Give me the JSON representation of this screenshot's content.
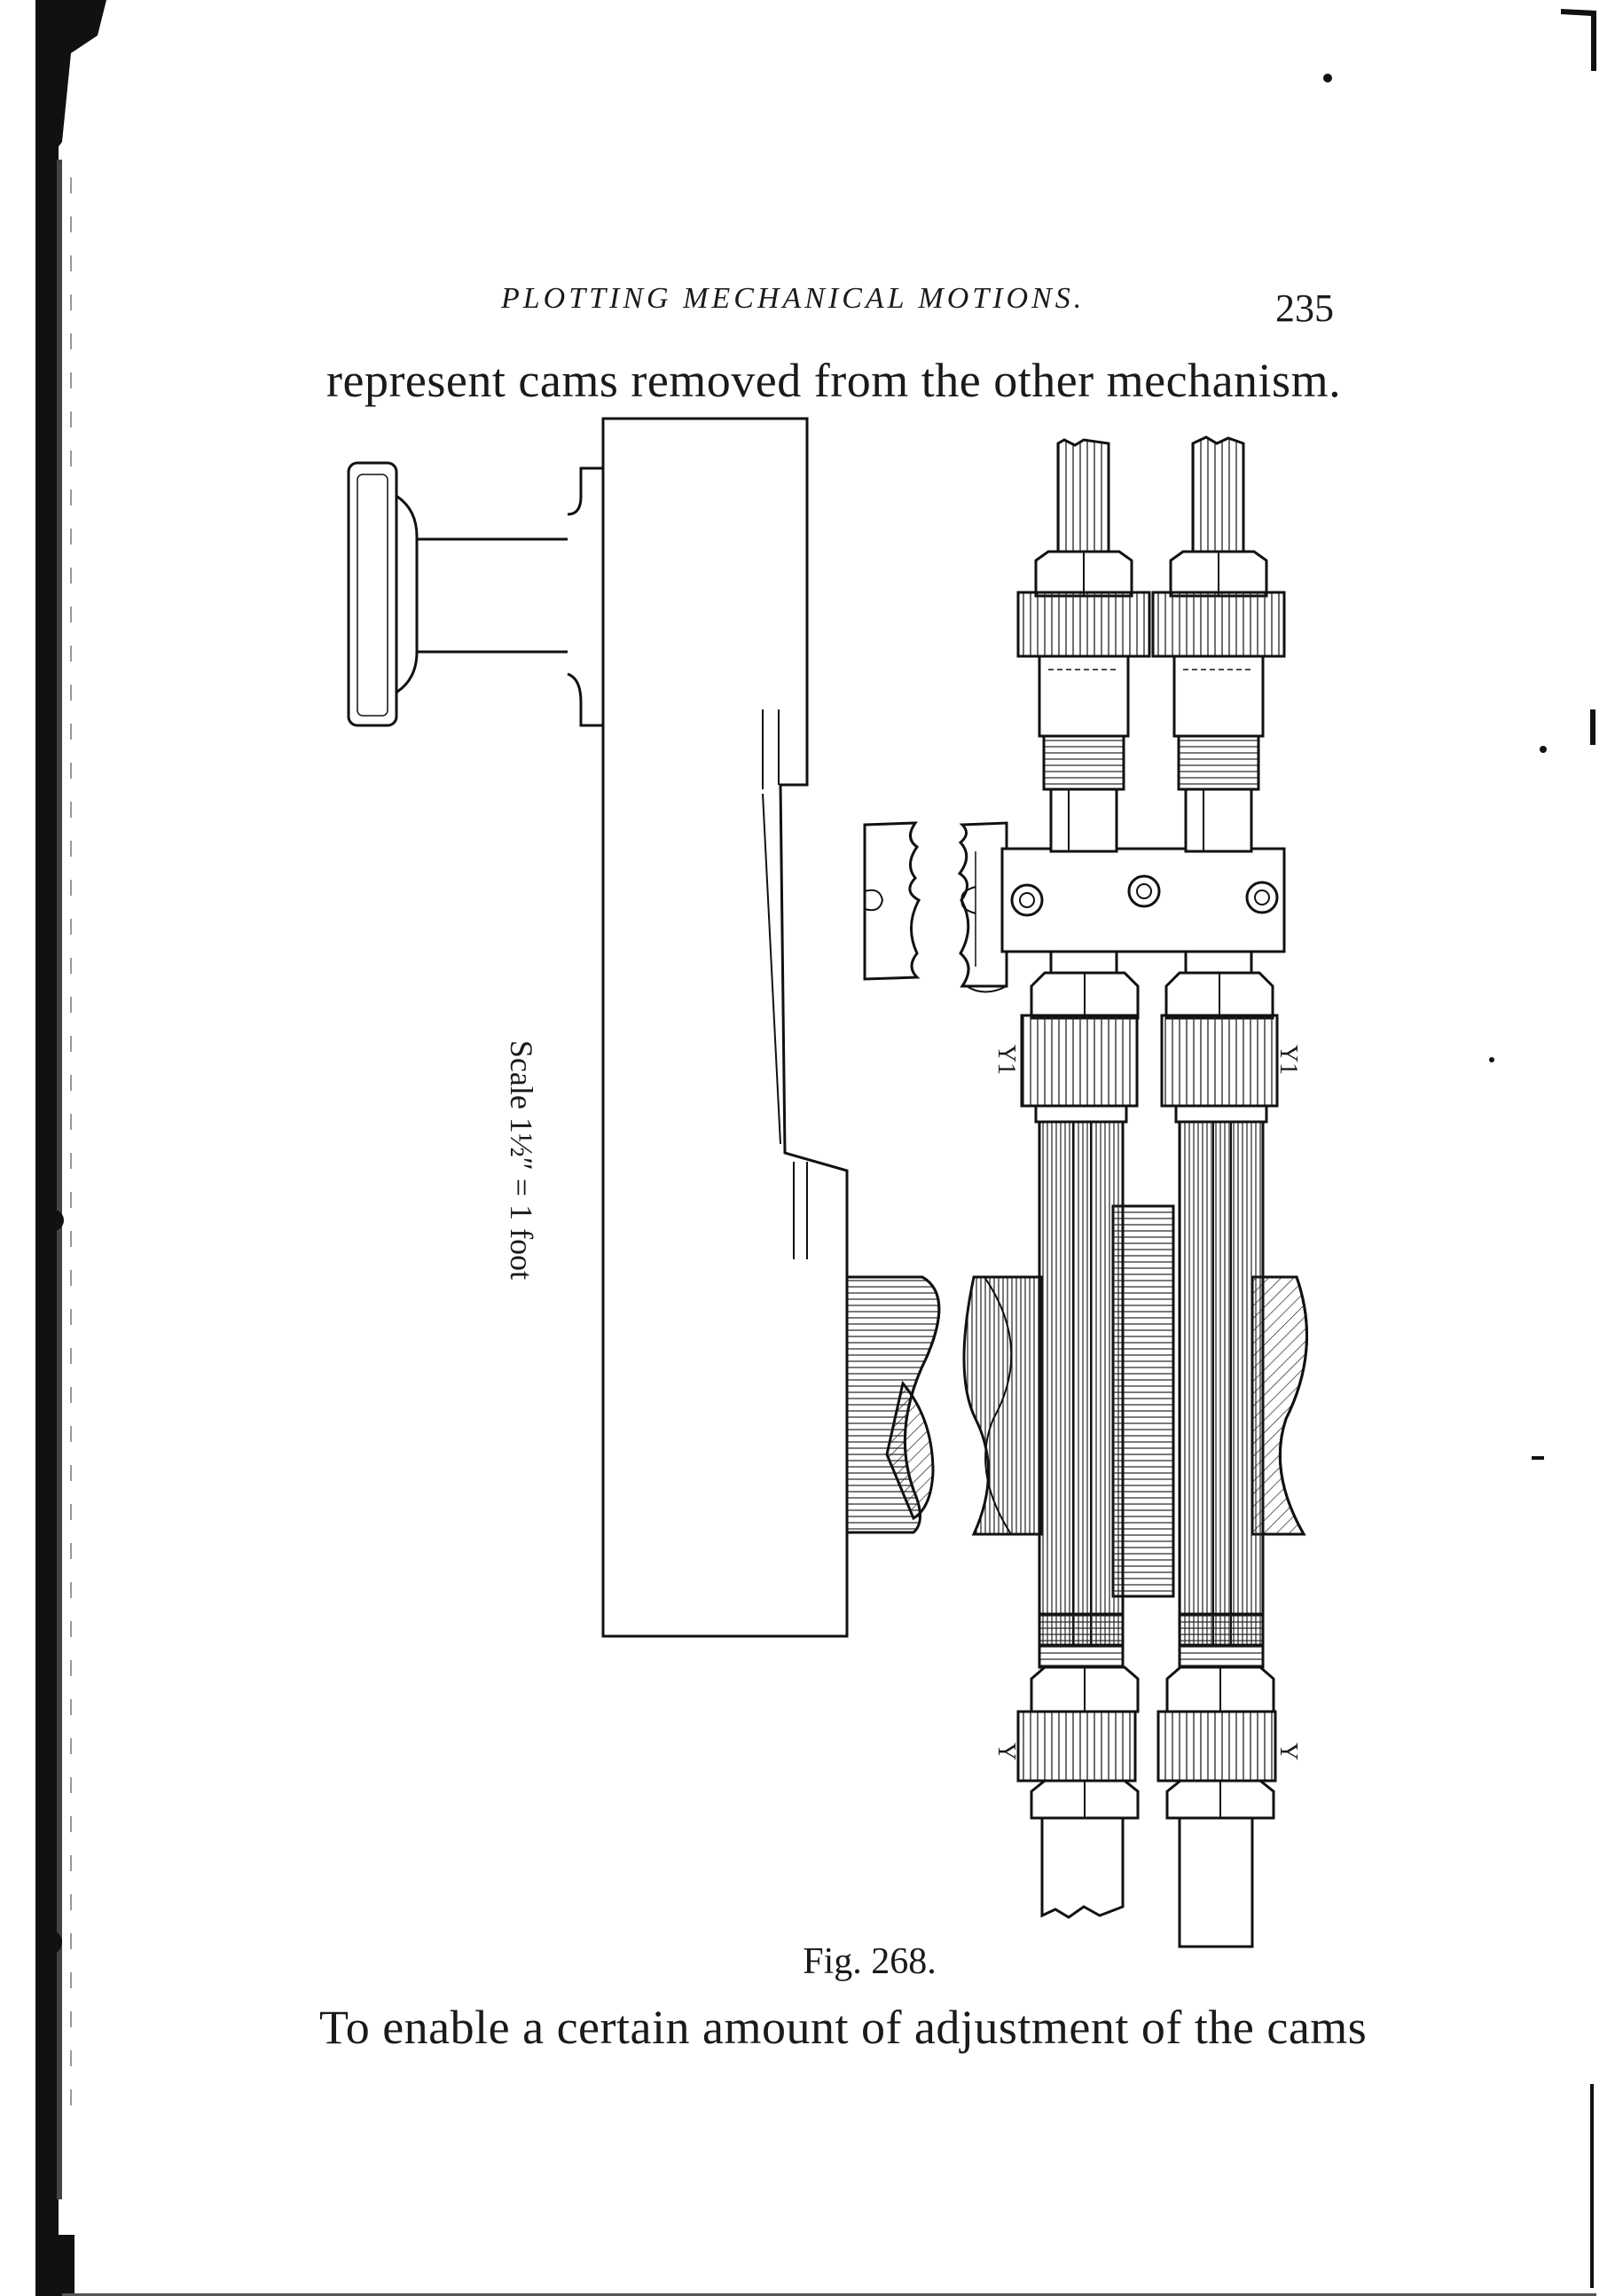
{
  "header": {
    "running_head": "PLOTTING MECHANICAL MOTIONS.",
    "page_number": "235"
  },
  "body": {
    "line_top": "represent cams removed from the other mechanism.",
    "line_bottom": "To enable a certain amount of adjustment of the cams"
  },
  "figure": {
    "scale_label": "Scale 1½″ = 1 foot",
    "labels": {
      "y1_left": "Y1",
      "y1_right": "Y1",
      "y_left": "Y",
      "y_right": "Y"
    },
    "caption": "Fig. 268."
  }
}
